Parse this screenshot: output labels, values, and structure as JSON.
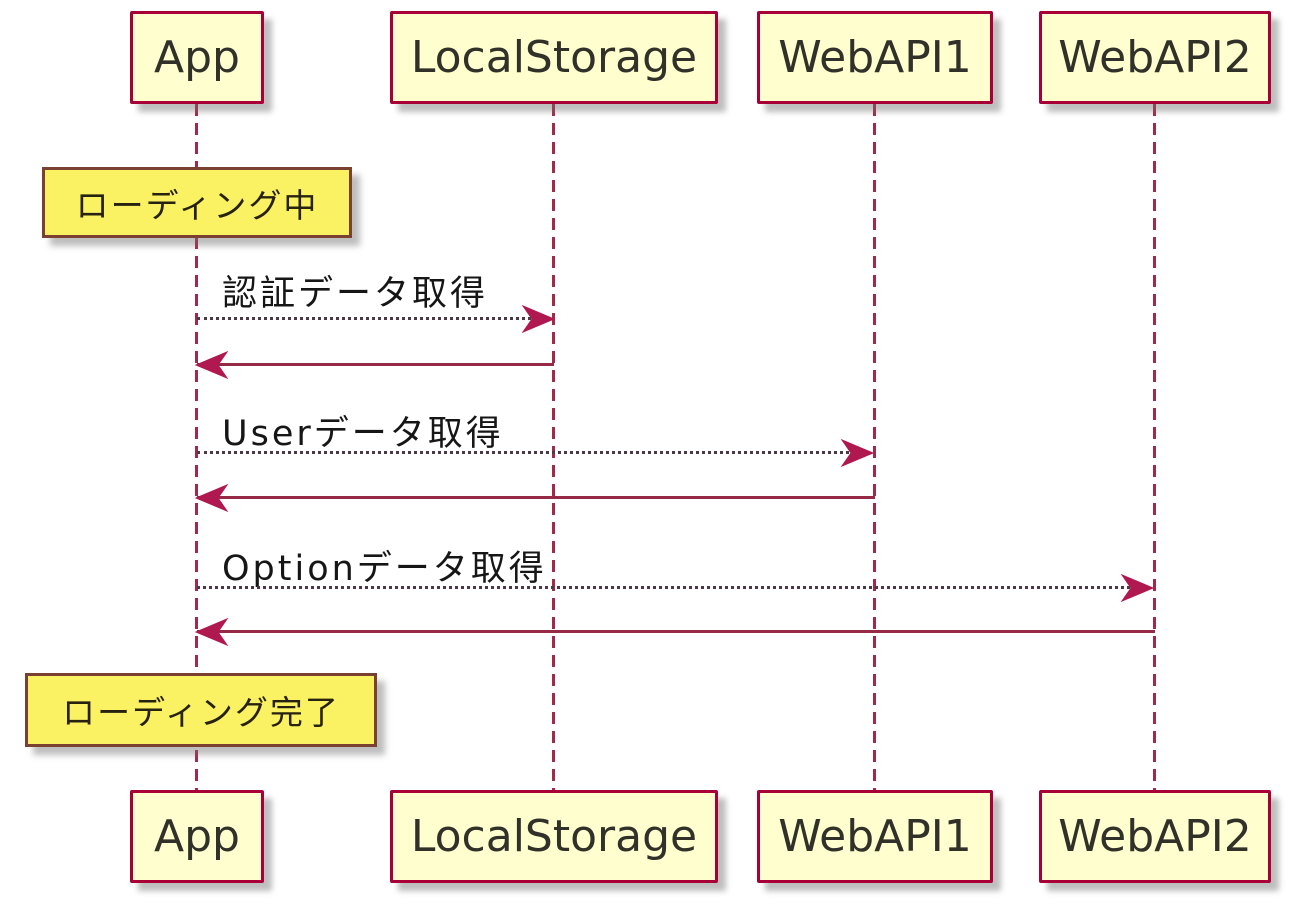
{
  "diagram_type": "sequence",
  "participants": [
    {
      "name": "App"
    },
    {
      "name": "LocalStorage"
    },
    {
      "name": "WebAPI1"
    },
    {
      "name": "WebAPI2"
    }
  ],
  "notes": [
    {
      "text": "ローディング中",
      "over": "App"
    },
    {
      "text": "ローディング完了",
      "over": "App"
    }
  ],
  "messages": [
    {
      "label": "認証データ取得",
      "from": "App",
      "to": "LocalStorage",
      "line": "dotted",
      "direction": "right"
    },
    {
      "label": "",
      "from": "LocalStorage",
      "to": "App",
      "line": "solid",
      "direction": "left"
    },
    {
      "label": "Userデータ取得",
      "from": "App",
      "to": "WebAPI1",
      "line": "dotted",
      "direction": "right"
    },
    {
      "label": "",
      "from": "WebAPI1",
      "to": "App",
      "line": "solid",
      "direction": "left"
    },
    {
      "label": "Optionデータ取得",
      "from": "App",
      "to": "WebAPI2",
      "line": "dotted",
      "direction": "right"
    },
    {
      "label": "",
      "from": "WebAPI2",
      "to": "App",
      "line": "solid",
      "direction": "left"
    }
  ],
  "colors": {
    "participant_fill": "#FEFECE",
    "participant_border": "#A80036",
    "note_fill": "#FAF263",
    "note_border": "#7A4030",
    "arrow": "#962945",
    "arrowhead": "#B01850",
    "dotted_line": "#4A3943",
    "lifeline": "#A12A4A"
  }
}
